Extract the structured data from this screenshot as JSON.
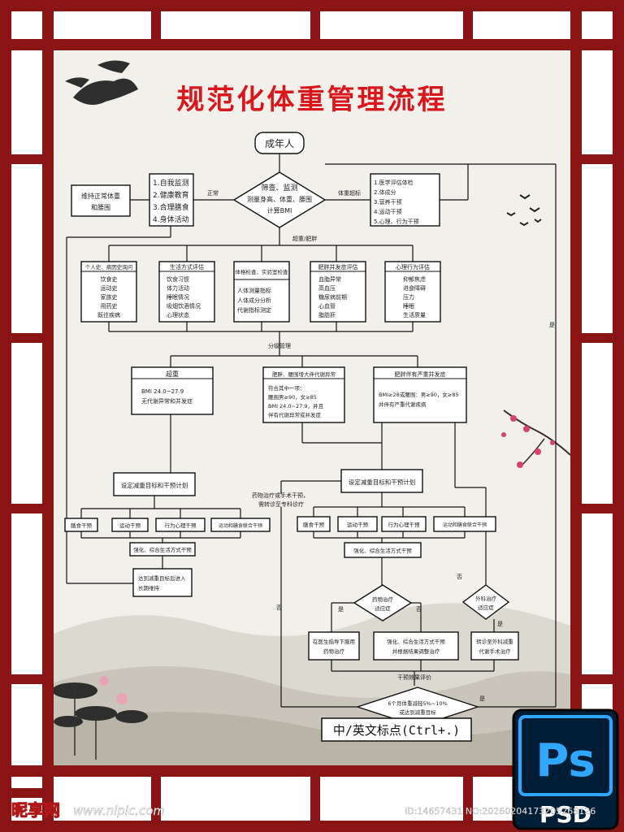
{
  "title": "规范化体重管理流程",
  "nodes": {
    "adult": "成年人",
    "screen": [
      "筛查、监测",
      "测量身高、体重、腰围",
      "计算BMI"
    ],
    "self": [
      "1.自我监测",
      "2.健康教育",
      "3.合理膳食",
      "4.身体活动"
    ],
    "keep": [
      "维持正常体重",
      "和腰围"
    ],
    "pre": [
      "1.医学评估体检",
      "2.体成分",
      "3.营养干预",
      "4.运动干预",
      "5.心理、行为干预"
    ],
    "cat1": "个人史、病因史询问",
    "cat1_items": [
      "饮食史",
      "运动史",
      "家族史",
      "用药史",
      "既往疾病"
    ],
    "cat2": "生活方式评估",
    "cat2_items": [
      "饮食习惯",
      "体力活动",
      "睡眠情况",
      "吸烟饮酒情况",
      "心理状态"
    ],
    "cat3": "体格检查、实验室检查",
    "cat3_items": [
      "人体测量指标",
      "人体成分分析",
      "代谢指标测定"
    ],
    "cat4": "肥胖并发症评估",
    "cat4_items": [
      "血脂异常",
      "高血压",
      "糖尿病前期",
      "心血管",
      "脂肪肝"
    ],
    "cat5": "心理行为评估",
    "cat5_items": [
      "抑郁焦虑",
      "进食障碍",
      "压力",
      "睡眠",
      "生活质量"
    ],
    "grade": "分级管理",
    "g1": "超重",
    "g1_items": [
      "BMI 24.0~27.9",
      "无代谢异常和并发症"
    ],
    "g2": "肥胖、腰围增大伴代谢异常",
    "g2_items": [
      "符合其中一项：",
      "腰围男≥90，女≥85",
      "BMI 24.0~27.9，并且",
      "伴有代谢异常或并发症"
    ],
    "g3": "肥胖伴有严重并发症",
    "g3_items": [
      "BMI≥28或腰围：男≥90，女≥85",
      "并伴有严重代谢疾病"
    ],
    "goal_a": "设定减重目标和干预计划",
    "goal_b": "设定减重目标和干预计划",
    "ia": [
      "膳食干预",
      "运动干预",
      "行为心理干预",
      "运动和膳食联合干预"
    ],
    "ib": [
      "膳食干预",
      "运动干预",
      "行为心理干预",
      "运动和膳食联合干预"
    ],
    "comp_a": "强化、综合生活方式干预",
    "comp_b": "强化、综合生活方式干预",
    "observe": [
      "达到减重目标后进入",
      "长期维持"
    ],
    "transfer": [
      "药物治疗或手术干预，",
      "需转诊至专科诊疗"
    ],
    "d1": [
      "药物治疗",
      "适应症"
    ],
    "d2": [
      "外科治疗",
      "适应症"
    ],
    "r1": [
      "在医生指导下服用",
      "药物治疗"
    ],
    "r2": [
      "强化、综合生活方式干预",
      "并根据结果调整治疗"
    ],
    "r3": [
      "转诊至外科减重",
      "代谢手术治疗"
    ],
    "effect": "干预效果评价",
    "final": [
      "6个月体重减轻5%~10%",
      "或达到减重目标"
    ],
    "lbl_normal": "正常",
    "lbl_abnormal": "体重超标",
    "lbl_over": "超重/肥胖",
    "lbl_yes": "是",
    "lbl_no": "否",
    "lbl_yes2": "是",
    "lbl_no2": "否",
    "lbl_fail": "否",
    "lbl_ok": "是",
    "lbl_right": "是"
  },
  "hint": "中/英文标点(Ctrl+.)",
  "badge": {
    "ps": "Ps",
    "psd": "PSD"
  },
  "watermark": {
    "logo": "昵享网",
    "site": "www.nipic.com",
    "id": "ID:14657431 NO:20260204173205268126"
  },
  "colors": {
    "frame": "#8b1414",
    "title": "#d8161b",
    "ps_bg": "#001e36",
    "ps_fg": "#31a8ff"
  }
}
